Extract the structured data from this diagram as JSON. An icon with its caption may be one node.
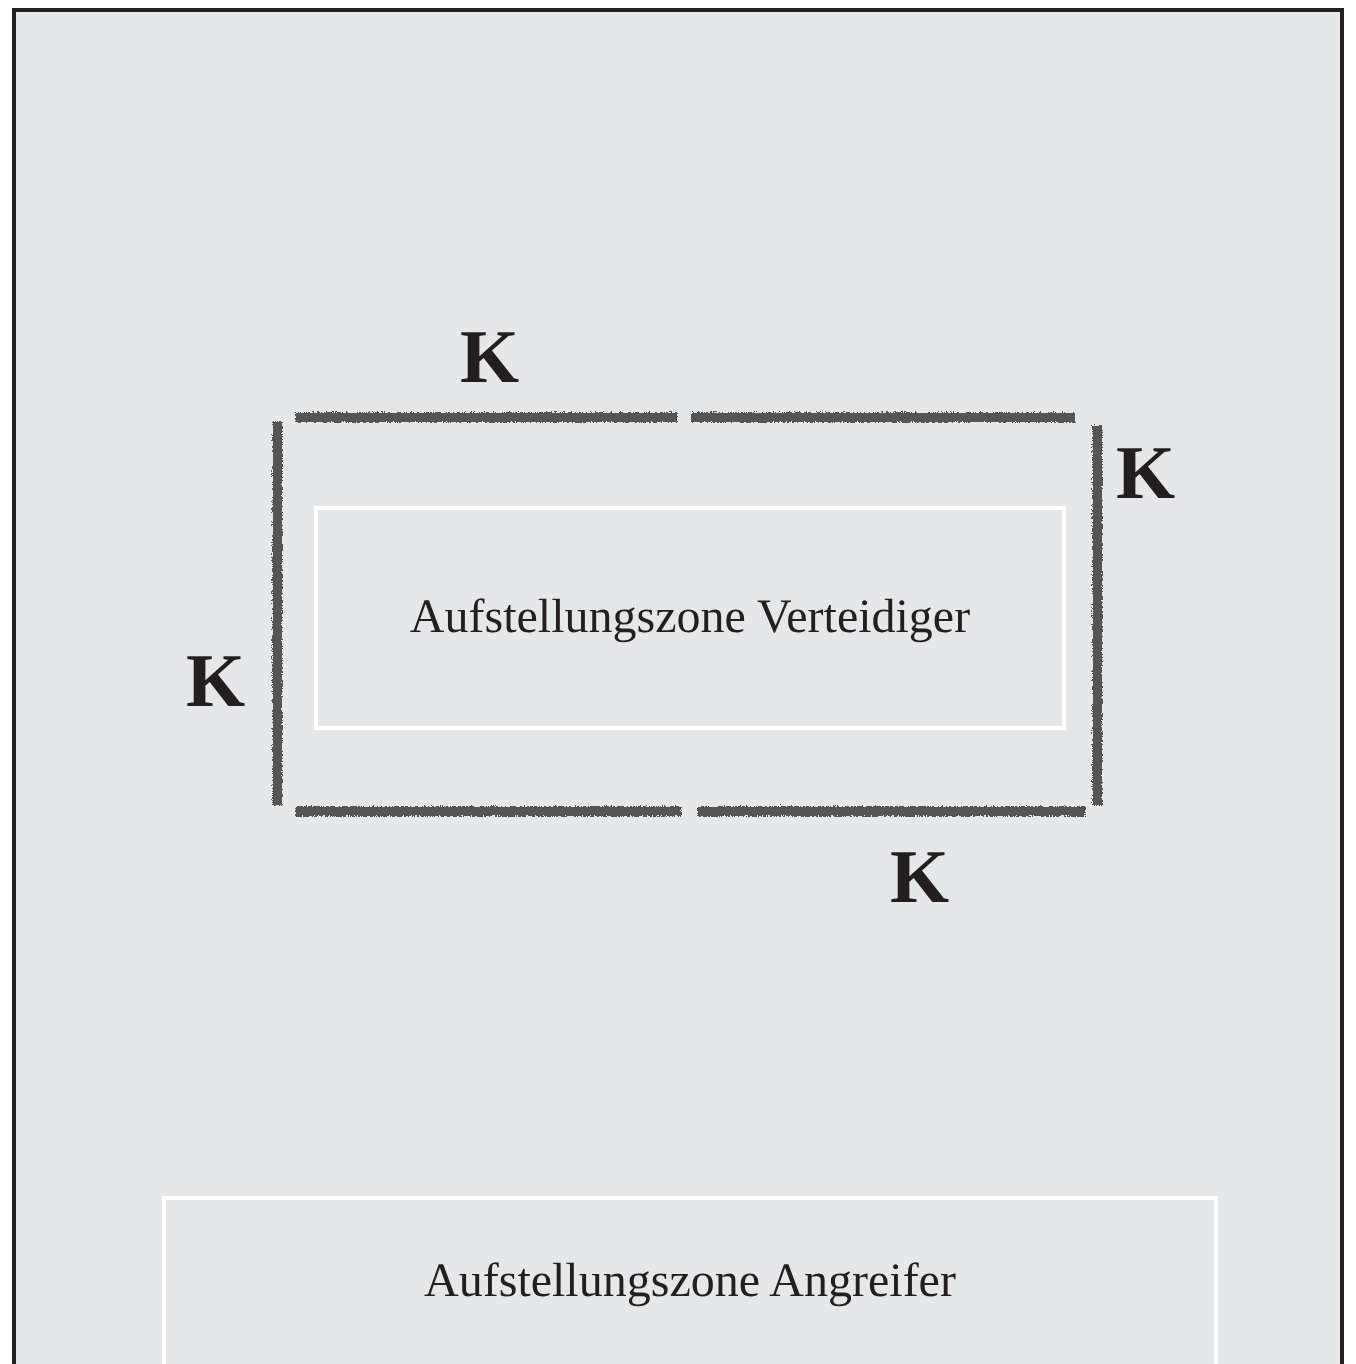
{
  "diagram": {
    "nodes": [
      {
        "text": [
          "Aufstellungszone Verteidiger"
        ]
      },
      {
        "text": [
          "Aufstellungszone Angreifer"
        ]
      }
    ],
    "labels": [
      "K",
      "K",
      "K",
      "K"
    ]
  }
}
